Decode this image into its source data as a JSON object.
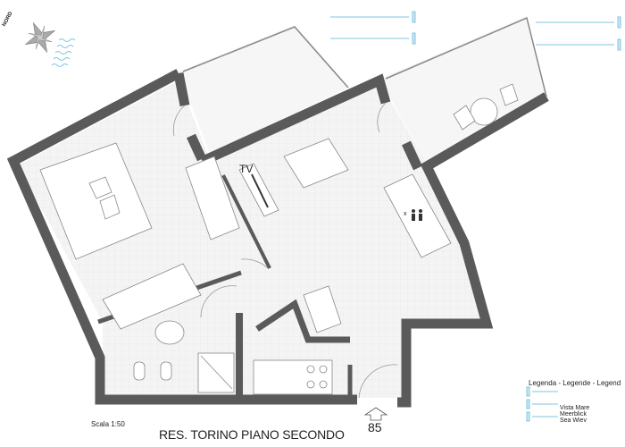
{
  "title": "RES. TORINO PIANO SECONDO",
  "scale": "Scala 1:50",
  "entrance_number": "85",
  "compass_label": "NORD",
  "tv_label": "TV",
  "sofa_mark": "x",
  "legend": {
    "title": "Legenda - Legende - Legend",
    "items": [
      "Vista Mare",
      "Meerblick",
      "Sea Wiev"
    ]
  },
  "colors": {
    "wall": "#5a5a5a",
    "floor": "#f2f2f2",
    "sea_view": "#7fc6e0",
    "line": "#777777"
  },
  "icons": [
    "compass-rose-icon",
    "sea-waves-icon",
    "entrance-arrow-icon",
    "person-icon"
  ]
}
